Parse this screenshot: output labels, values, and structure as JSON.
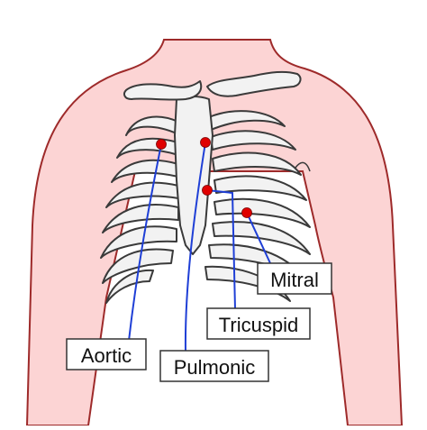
{
  "diagram": {
    "colors": {
      "skin": "#fcd4d4",
      "skin_outline": "#9e2a2a",
      "bone": "#f2f2f2",
      "bone_outline": "#3a3a3a",
      "marker": "#e00000",
      "leader_line": "#1f3fd6",
      "label_border": "#333333",
      "label_bg": "#ffffff"
    },
    "labels": {
      "aortic": "Aortic",
      "pulmonic": "Pulmonic",
      "tricuspid": "Tricuspid",
      "mitral": "Mitral"
    }
  }
}
